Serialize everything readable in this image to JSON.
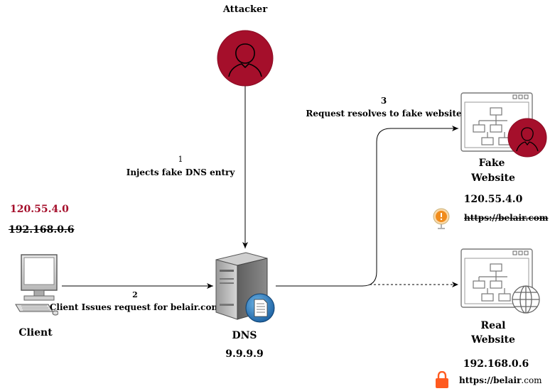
{
  "nodes": {
    "attacker": {
      "label": "Attacker"
    },
    "client": {
      "label": "Client",
      "ip_new": "120.55.4.0",
      "ip_old": "192.168.0.6"
    },
    "dns": {
      "label": "DNS",
      "ip": "9.9.9.9"
    },
    "fake_site": {
      "label_line1": "Fake",
      "label_line2": "Website",
      "ip": "120.55.4.0",
      "url": "https://belair.com"
    },
    "real_site": {
      "label_line1": "Real",
      "label_line2": "Website",
      "ip": "192.168.0.6",
      "url_bold": "https://belair",
      "url_rest": ".com"
    }
  },
  "edges": {
    "step1": {
      "number": "1",
      "text": "Injects fake DNS entry"
    },
    "step2": {
      "number": "2",
      "text": "Client Issues request for belair.com"
    },
    "step3": {
      "number": "3",
      "text": "Request resolves to fake website"
    }
  },
  "icons": {
    "attacker": "user-icon",
    "client": "desktop-computer-icon",
    "dns": "server-icon",
    "fake_site": "browser-window-icon",
    "real_site": "browser-window-icon",
    "warning": "warning-globe-icon",
    "lock": "padlock-icon"
  },
  "colors": {
    "attacker_red": "#a50f2b",
    "ip_red": "#a50f2b",
    "lock_orange": "#ff5a1f",
    "warning_orange": "#f08c1c"
  }
}
